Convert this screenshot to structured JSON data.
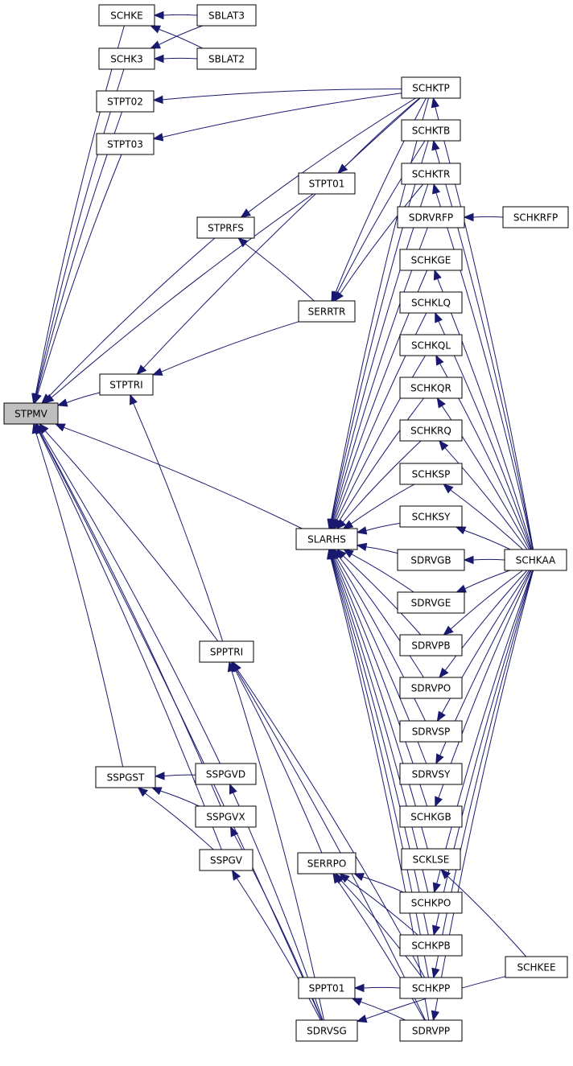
{
  "diagram": {
    "title": "",
    "root": "stpmv",
    "colors": {
      "edge": "#191970",
      "root_fill": "#bfbfbf",
      "node_fill": "#ffffff",
      "border": "#000000"
    },
    "nodes": [
      {
        "id": "stpmv",
        "label": "STPMV"
      },
      {
        "id": "schke",
        "label": "SCHKE"
      },
      {
        "id": "sblat3",
        "label": "SBLAT3"
      },
      {
        "id": "schk3",
        "label": "SCHK3"
      },
      {
        "id": "sblat2",
        "label": "SBLAT2"
      },
      {
        "id": "stpt02",
        "label": "STPT02"
      },
      {
        "id": "stpt03",
        "label": "STPT03"
      },
      {
        "id": "schktp",
        "label": "SCHKTP"
      },
      {
        "id": "schktb",
        "label": "SCHKTB"
      },
      {
        "id": "stpt01",
        "label": "STPT01"
      },
      {
        "id": "schktr",
        "label": "SCHKTR"
      },
      {
        "id": "stprfs",
        "label": "STPRFS"
      },
      {
        "id": "sdrvrfp",
        "label": "SDRVRFP"
      },
      {
        "id": "schkrfp",
        "label": "SCHKRFP"
      },
      {
        "id": "schkge",
        "label": "SCHKGE"
      },
      {
        "id": "serrtr",
        "label": "SERRTR"
      },
      {
        "id": "schklq",
        "label": "SCHKLQ"
      },
      {
        "id": "schkql",
        "label": "SCHKQL"
      },
      {
        "id": "stptri",
        "label": "STPTRI"
      },
      {
        "id": "schkqr",
        "label": "SCHKQR"
      },
      {
        "id": "schkrq",
        "label": "SCHKRQ"
      },
      {
        "id": "schksp",
        "label": "SCHKSP"
      },
      {
        "id": "schksy",
        "label": "SCHKSY"
      },
      {
        "id": "slarhs",
        "label": "SLARHS"
      },
      {
        "id": "sdrvgb",
        "label": "SDRVGB"
      },
      {
        "id": "schkaa",
        "label": "SCHKAA"
      },
      {
        "id": "sdrvge",
        "label": "SDRVGE"
      },
      {
        "id": "sdrvpb",
        "label": "SDRVPB"
      },
      {
        "id": "spptri",
        "label": "SPPTRI"
      },
      {
        "id": "sdrvpo",
        "label": "SDRVPO"
      },
      {
        "id": "sdrvsp",
        "label": "SDRVSP"
      },
      {
        "id": "sspgst",
        "label": "SSPGST"
      },
      {
        "id": "sspgvd",
        "label": "SSPGVD"
      },
      {
        "id": "sdrvsy",
        "label": "SDRVSY"
      },
      {
        "id": "sspgvx",
        "label": "SSPGVX"
      },
      {
        "id": "schkgb",
        "label": "SCHKGB"
      },
      {
        "id": "sspgv",
        "label": "SSPGV"
      },
      {
        "id": "serrpo",
        "label": "SERRPO"
      },
      {
        "id": "sclkse",
        "label": "SCKLSE"
      },
      {
        "id": "schkpo",
        "label": "SCHKPO"
      },
      {
        "id": "schkpb",
        "label": "SCHKPB"
      },
      {
        "id": "schkee",
        "label": "SCHKEE"
      },
      {
        "id": "sppt01",
        "label": "SPPT01"
      },
      {
        "id": "schkpp",
        "label": "SCHKPP"
      },
      {
        "id": "sdrvsg",
        "label": "SDRVSG"
      },
      {
        "id": "sdrvpp",
        "label": "SDRVPP"
      }
    ],
    "edges": [
      {
        "from": "schke",
        "to": "stpmv"
      },
      {
        "from": "schk3",
        "to": "stpmv"
      },
      {
        "from": "stpt02",
        "to": "stpmv"
      },
      {
        "from": "stpt03",
        "to": "stpmv"
      },
      {
        "from": "stpt01",
        "to": "stpmv"
      },
      {
        "from": "stprfs",
        "to": "stpmv"
      },
      {
        "from": "stptri",
        "to": "stpmv"
      },
      {
        "from": "slarhs",
        "to": "stpmv"
      },
      {
        "from": "spptri",
        "to": "stpmv"
      },
      {
        "from": "sspgst",
        "to": "stpmv"
      },
      {
        "from": "sspgvd",
        "to": "stpmv"
      },
      {
        "from": "sspgvx",
        "to": "stpmv"
      },
      {
        "from": "sspgv",
        "to": "stpmv"
      },
      {
        "from": "sdrvsg",
        "to": "stpmv"
      },
      {
        "from": "sblat3",
        "to": "schke"
      },
      {
        "from": "sblat2",
        "to": "schke"
      },
      {
        "from": "sblat3",
        "to": "schk3"
      },
      {
        "from": "sblat2",
        "to": "schk3"
      },
      {
        "from": "schktp",
        "to": "stpt02"
      },
      {
        "from": "schktp",
        "to": "stpt03"
      },
      {
        "from": "schktp",
        "to": "stpt01"
      },
      {
        "from": "schktp",
        "to": "stprfs"
      },
      {
        "from": "serrtr",
        "to": "stprfs"
      },
      {
        "from": "serrtr",
        "to": "stptri"
      },
      {
        "from": "schktp",
        "to": "stptri"
      },
      {
        "from": "spptri",
        "to": "stptri"
      },
      {
        "from": "schktp",
        "to": "serrtr"
      },
      {
        "from": "schktb",
        "to": "serrtr"
      },
      {
        "from": "schktr",
        "to": "serrtr"
      },
      {
        "from": "schkrfp",
        "to": "sdrvrfp"
      },
      {
        "from": "schkaa",
        "to": "schktp"
      },
      {
        "from": "schkaa",
        "to": "schktb"
      },
      {
        "from": "schkaa",
        "to": "schktr"
      },
      {
        "from": "schkaa",
        "to": "schkge"
      },
      {
        "from": "schkaa",
        "to": "schklq"
      },
      {
        "from": "schkaa",
        "to": "schkql"
      },
      {
        "from": "schkaa",
        "to": "schkqr"
      },
      {
        "from": "schkaa",
        "to": "schkrq"
      },
      {
        "from": "schkaa",
        "to": "schksp"
      },
      {
        "from": "schkaa",
        "to": "schksy"
      },
      {
        "from": "schkaa",
        "to": "sdrvgb"
      },
      {
        "from": "schkaa",
        "to": "sdrvge"
      },
      {
        "from": "schkaa",
        "to": "sdrvpb"
      },
      {
        "from": "schkaa",
        "to": "sdrvpo"
      },
      {
        "from": "schkaa",
        "to": "sdrvsp"
      },
      {
        "from": "schkaa",
        "to": "sdrvsy"
      },
      {
        "from": "schkaa",
        "to": "schkgb"
      },
      {
        "from": "schkaa",
        "to": "schkpo"
      },
      {
        "from": "schkaa",
        "to": "schkpb"
      },
      {
        "from": "schkaa",
        "to": "schkpp"
      },
      {
        "from": "schkaa",
        "to": "sdrvpp"
      },
      {
        "from": "schkee",
        "to": "sclkse"
      },
      {
        "from": "schktp",
        "to": "slarhs"
      },
      {
        "from": "schktb",
        "to": "slarhs"
      },
      {
        "from": "schktr",
        "to": "slarhs"
      },
      {
        "from": "sdrvrfp",
        "to": "slarhs"
      },
      {
        "from": "schkge",
        "to": "slarhs"
      },
      {
        "from": "schklq",
        "to": "slarhs"
      },
      {
        "from": "schkql",
        "to": "slarhs"
      },
      {
        "from": "schkqr",
        "to": "slarhs"
      },
      {
        "from": "schkrq",
        "to": "slarhs"
      },
      {
        "from": "schksp",
        "to": "slarhs"
      },
      {
        "from": "schksy",
        "to": "slarhs"
      },
      {
        "from": "sdrvgb",
        "to": "slarhs"
      },
      {
        "from": "sdrvge",
        "to": "slarhs"
      },
      {
        "from": "sdrvpb",
        "to": "slarhs"
      },
      {
        "from": "sdrvpo",
        "to": "slarhs"
      },
      {
        "from": "sdrvsp",
        "to": "slarhs"
      },
      {
        "from": "sdrvsy",
        "to": "slarhs"
      },
      {
        "from": "schkgb",
        "to": "slarhs"
      },
      {
        "from": "sclkse",
        "to": "slarhs"
      },
      {
        "from": "schkpo",
        "to": "slarhs"
      },
      {
        "from": "schkpb",
        "to": "slarhs"
      },
      {
        "from": "schkpp",
        "to": "slarhs"
      },
      {
        "from": "sdrvpp",
        "to": "slarhs"
      },
      {
        "from": "serrpo",
        "to": "spptri"
      },
      {
        "from": "schkpp",
        "to": "spptri"
      },
      {
        "from": "sdrvpp",
        "to": "spptri"
      },
      {
        "from": "sdrvsg",
        "to": "spptri"
      },
      {
        "from": "sspgvd",
        "to": "sspgst"
      },
      {
        "from": "sspgvx",
        "to": "sspgst"
      },
      {
        "from": "sspgv",
        "to": "sspgst"
      },
      {
        "from": "sdrvsg",
        "to": "sspgvd"
      },
      {
        "from": "sdrvsg",
        "to": "sspgvx"
      },
      {
        "from": "sdrvsg",
        "to": "sspgv"
      },
      {
        "from": "schkpo",
        "to": "serrpo"
      },
      {
        "from": "schkpb",
        "to": "serrpo"
      },
      {
        "from": "schkpp",
        "to": "serrpo"
      },
      {
        "from": "sdrvpp",
        "to": "serrpo"
      },
      {
        "from": "schkpp",
        "to": "sppt01"
      },
      {
        "from": "sdrvpp",
        "to": "sppt01"
      },
      {
        "from": "schkee",
        "to": "sdrvsg"
      }
    ]
  }
}
